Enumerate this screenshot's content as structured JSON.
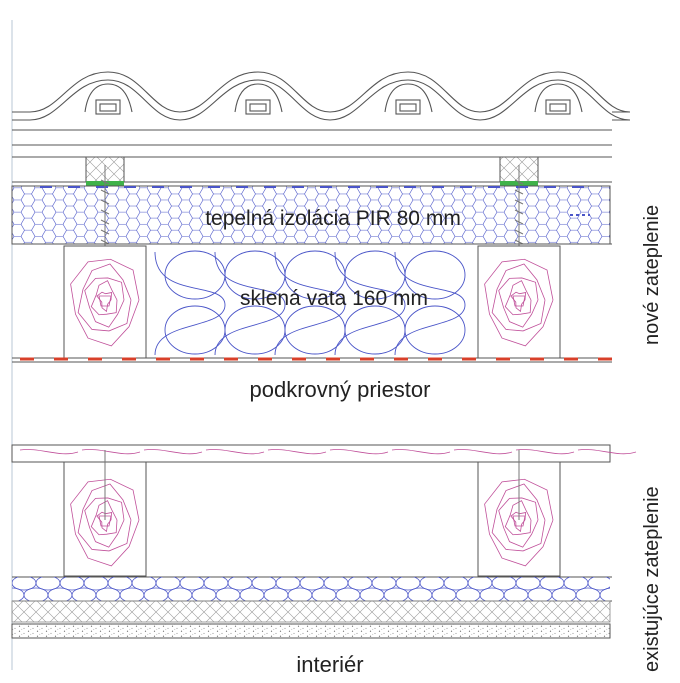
{
  "labels": {
    "pir": "tepelná izolácia PIR 80 mm",
    "glass_wool": "sklená vata 160 mm",
    "attic": "podkrovný priestor",
    "interior": "interiér"
  },
  "side_labels": {
    "new": "nové zateplenie",
    "existing": "existujúce zateplenie"
  },
  "colors": {
    "line": "#555555",
    "blue": "#4a55c8",
    "magenta": "#c0509a",
    "red": "#d8402a",
    "green": "#3fb24a",
    "dots": "#888888"
  }
}
